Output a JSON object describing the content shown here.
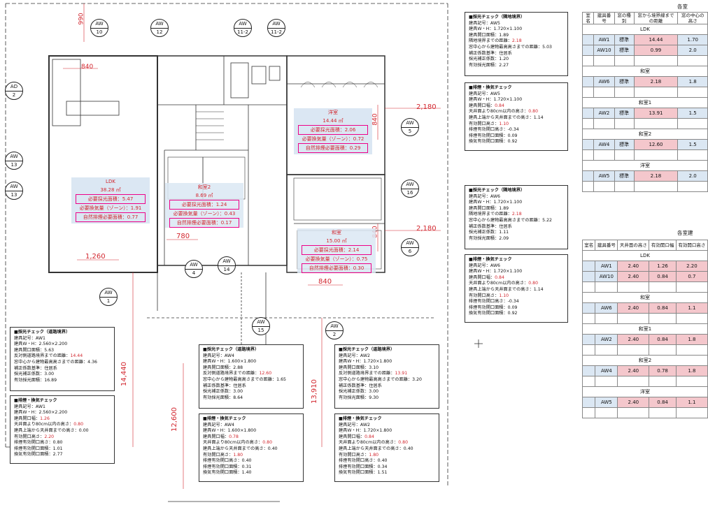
{
  "markers": [
    {
      "id": "m-aw10",
      "label": "AW",
      "num": "10"
    },
    {
      "id": "m-aw12",
      "label": "AW",
      "num": "12"
    },
    {
      "id": "m-aw11a",
      "label": "AW",
      "num": "11-2"
    },
    {
      "id": "m-aw11b",
      "label": "AW",
      "num": "11-2"
    },
    {
      "id": "m-ad2",
      "label": "AD",
      "num": "2"
    },
    {
      "id": "m-aw13a",
      "label": "AW",
      "num": "13"
    },
    {
      "id": "m-aw13b",
      "label": "AW",
      "num": "13"
    },
    {
      "id": "m-aw5",
      "label": "AW",
      "num": "5"
    },
    {
      "id": "m-aw16",
      "label": "AW",
      "num": "16"
    },
    {
      "id": "m-aw6",
      "label": "AW",
      "num": "6"
    },
    {
      "id": "m-aw4",
      "label": "AW",
      "num": "4"
    },
    {
      "id": "m-aw14",
      "label": "AW",
      "num": "14"
    },
    {
      "id": "m-aw1",
      "label": "AW",
      "num": "1"
    },
    {
      "id": "m-aw15",
      "label": "AW",
      "num": "15"
    },
    {
      "id": "m-aw2",
      "label": "AW",
      "num": "2"
    }
  ],
  "dimensions": {
    "d990": "990",
    "d840a": "840",
    "d2180a": "2,180",
    "d840b": "840",
    "d2180b": "2,180",
    "d840c": "840",
    "d1260": "1,260",
    "d780": "780",
    "d840d": "840",
    "d14440": "14,440",
    "d12600": "12,600",
    "d13910": "13,910"
  },
  "rooms": {
    "ldk": {
      "name": "LDK",
      "area": "38.28 ㎡",
      "l1": "必要採光面積：5.47",
      "l2": "必要換気量（ゾーン）：1.91",
      "l3": "自然排煙必要面積：0.77"
    },
    "yoshitsu": {
      "name": "洋室",
      "area": "14.44 ㎡",
      "l1": "必要採光面積：2.06",
      "l2": "必要換気量（ゾーン）：0.72",
      "l3": "自然排煙必要面積：0.29"
    },
    "washitsu2": {
      "name": "和室2",
      "area": "8.69 ㎡",
      "l1": "必要採光面積：1.24",
      "l2": "必要換気量（ゾーン）：0.43",
      "l3": "自然排煙必要面積：0.17"
    },
    "washitsu": {
      "name": "和室",
      "area": "15.00 ㎡",
      "l1": "必要採光面積：2.14",
      "l2": "必要換気量（ゾーン）：0.75",
      "l3": "自然排煙必要面積：0.30"
    }
  },
  "checks": [
    {
      "id": "c1",
      "lines": [
        {
          "t": "■採光チェック（隣地境界）",
          "h": true
        },
        {
          "t": "建具記号：AW5"
        },
        {
          "t": "建具W・H：1.720×1.100"
        },
        {
          "t": "建具開口面積：1.89"
        },
        {
          "t": "隣地境界までの距離：",
          "v": "2.18"
        },
        {
          "t": "窓中心から建物最高高さまでの距離：5.03"
        },
        {
          "t": "補正係数基準：住居系"
        },
        {
          "t": "採光補正係数：1.20"
        },
        {
          "t": "有効採光面積：2.27"
        }
      ]
    },
    {
      "id": "c2",
      "lines": [
        {
          "t": "■排煙・換気チェック",
          "h": true
        },
        {
          "t": "建具記号：AW5"
        },
        {
          "t": "建具W・H：1.720×1.100"
        },
        {
          "t": "建具開口幅：",
          "v": "0.84"
        },
        {
          "t": "天井面より80cm以内の高さ：",
          "v": "0.80"
        },
        {
          "t": "建具上端から天井面までの高さ：1.14"
        },
        {
          "t": "有効開口高さ：",
          "v": "1.10"
        },
        {
          "t": "排煙有効開口高さ：-0.34"
        },
        {
          "t": "排煙有効開口面積：0.09"
        },
        {
          "t": "換気有効開口面積：0.92"
        }
      ]
    },
    {
      "id": "c3",
      "lines": [
        {
          "t": "■採光チェック（隣地境界）",
          "h": true
        },
        {
          "t": "建具記号：AW6"
        },
        {
          "t": "建具W・H：1.720×1.100"
        },
        {
          "t": "建具開口面積：1.89"
        },
        {
          "t": "隣地境界までの距離：",
          "v": "2.18"
        },
        {
          "t": "窓中心から建物最高高さまでの距離：5.22"
        },
        {
          "t": "補正係数基準：住居系"
        },
        {
          "t": "採光補正係数：1.11"
        },
        {
          "t": "有効採光面積：2.09"
        }
      ]
    },
    {
      "id": "c4",
      "lines": [
        {
          "t": "■排煙・換気チェック",
          "h": true
        },
        {
          "t": "建具記号：AW6"
        },
        {
          "t": "建具W・H：1.720×1.100"
        },
        {
          "t": "建具開口幅：",
          "v": "0.84"
        },
        {
          "t": "天井面より80cm以内の高さ：",
          "v": "0.80"
        },
        {
          "t": "建具上端から天井面までの高さ：1.14"
        },
        {
          "t": "有効開口高さ：",
          "v": "1.10"
        },
        {
          "t": "排煙有効開口高さ：-0.34"
        },
        {
          "t": "排煙有効開口面積：0.09"
        },
        {
          "t": "換気有効開口面積：0.92"
        }
      ]
    },
    {
      "id": "c5",
      "lines": [
        {
          "t": "■採光チェック（道路境界）",
          "h": true
        },
        {
          "t": "建具記号：AW1"
        },
        {
          "t": "建具W・H：2.560×2.200"
        },
        {
          "t": "建具開口面積：5.63"
        },
        {
          "t": "反対側道路境界までの距離：",
          "v": "14.44"
        },
        {
          "t": "窓中心から建物最高高さまでの距離：4.36"
        },
        {
          "t": "補正係数基準：住居系"
        },
        {
          "t": "採光補正係数：3.00"
        },
        {
          "t": "有効採光面積：16.89"
        }
      ]
    },
    {
      "id": "c6",
      "lines": [
        {
          "t": "■排煙・換気チェック",
          "h": true
        },
        {
          "t": "建具記号：AW1"
        },
        {
          "t": "建具W・H：2.560×2.200"
        },
        {
          "t": "建具開口幅：",
          "v": "1.26"
        },
        {
          "t": "天井面より80cm以内の高さ：",
          "v": "0.80"
        },
        {
          "t": "建具上端から天井面までの高さ：0.00"
        },
        {
          "t": "有効開口高さ：",
          "v": "2.20"
        },
        {
          "t": "排煙有効開口高さ：0.80"
        },
        {
          "t": "排煙有効開口面積：1.01"
        },
        {
          "t": "換気有効開口面積：2.77"
        }
      ]
    },
    {
      "id": "c7",
      "lines": [
        {
          "t": "■採光チェック（道路境界）",
          "h": true
        },
        {
          "t": "建具記号：AW4"
        },
        {
          "t": "建具W・H：1.600×1.800"
        },
        {
          "t": "建具開口面積：2.88"
        },
        {
          "t": "反対側道路境界までの距離：",
          "v": "12.60"
        },
        {
          "t": "窓中心から建物最高高さまでの距離：1.65"
        },
        {
          "t": "補正係数基準：住居系"
        },
        {
          "t": "採光補正係数：3.00"
        },
        {
          "t": "有効採光面積：8.64"
        }
      ]
    },
    {
      "id": "c8",
      "lines": [
        {
          "t": "■排煙・換気チェック",
          "h": true
        },
        {
          "t": "建具記号：AW4"
        },
        {
          "t": "建具W・H：1.600×1.800"
        },
        {
          "t": "建具開口幅：",
          "v": "0.78"
        },
        {
          "t": "天井面より80cm以内の高さ：",
          "v": "0.80"
        },
        {
          "t": "建具上端から天井面までの高さ：0.40"
        },
        {
          "t": "有効開口高さ：",
          "v": "1.80"
        },
        {
          "t": "排煙有効開口高さ：0.40"
        },
        {
          "t": "排煙有効開口面積：0.31"
        },
        {
          "t": "換気有効開口面積：1.40"
        }
      ]
    },
    {
      "id": "c9",
      "lines": [
        {
          "t": "■採光チェック（道路境界）",
          "h": true
        },
        {
          "t": "建具記号：AW2"
        },
        {
          "t": "建具W・H：1.720×1.800"
        },
        {
          "t": "建具開口面積：3.10"
        },
        {
          "t": "反対側道路境界までの距離：",
          "v": "13.91"
        },
        {
          "t": "窓中心から建物最高高さまでの距離：3.20"
        },
        {
          "t": "補正係数基準：住居系"
        },
        {
          "t": "採光補正係数：3.00"
        },
        {
          "t": "有効採光面積：9.30"
        }
      ]
    },
    {
      "id": "c10",
      "lines": [
        {
          "t": "■排煙・換気チェック",
          "h": true
        },
        {
          "t": "建具記号：AW2"
        },
        {
          "t": "建具W・H：1.720×1.800"
        },
        {
          "t": "建具開口幅：",
          "v": "0.84"
        },
        {
          "t": "天井面より80cm以内の高さ：",
          "v": "0.80"
        },
        {
          "t": "建具上端から天井面までの高さ：0.40"
        },
        {
          "t": "有効開口高さ：",
          "v": "1.80"
        },
        {
          "t": "排煙有効開口高さ：0.40"
        },
        {
          "t": "排煙有効開口面積：0.34"
        },
        {
          "t": "換気有効開口面積：1.51"
        }
      ]
    }
  ],
  "table1": {
    "title": "各室",
    "headers": [
      "室名",
      "建具番号",
      "窓の種別",
      "窓から境界線までの距離",
      "窓の中心の高さ"
    ],
    "sections": [
      {
        "room": "LDK",
        "rows": [
          [
            "AW1",
            "標準",
            "14.44",
            "1.70"
          ],
          [
            "AW10",
            "標準",
            "0.99",
            "2.0"
          ]
        ]
      },
      {
        "room": "和室",
        "rows": [
          [
            "AW6",
            "標準",
            "2.18",
            "1.8"
          ]
        ]
      },
      {
        "room": "和室1",
        "rows": [
          [
            "AW2",
            "標準",
            "13.91",
            "1.5"
          ]
        ]
      },
      {
        "room": "和室2",
        "rows": [
          [
            "AW4",
            "標準",
            "12.60",
            "1.5"
          ]
        ]
      },
      {
        "room": "洋室",
        "rows": [
          [
            "AW5",
            "標準",
            "2.18",
            "2.0"
          ]
        ]
      }
    ]
  },
  "table2": {
    "title": "各室建",
    "headers": [
      "室名",
      "建具番号",
      "天井面の高さ",
      "有効開口幅",
      "有効開口高さ"
    ],
    "sections": [
      {
        "room": "LDK",
        "rows": [
          [
            "AW1",
            "2.40",
            "1.26",
            "2.20"
          ],
          [
            "AW10",
            "2.40",
            "0.84",
            "0.7"
          ]
        ]
      },
      {
        "room": "和室",
        "rows": [
          [
            "AW6",
            "2.40",
            "0.84",
            "1.1"
          ]
        ]
      },
      {
        "room": "和室1",
        "rows": [
          [
            "AW2",
            "2.40",
            "0.84",
            "1.8"
          ]
        ]
      },
      {
        "room": "和室2",
        "rows": [
          [
            "AW4",
            "2.40",
            "0.78",
            "1.8"
          ]
        ]
      },
      {
        "room": "洋室",
        "rows": [
          [
            "AW5",
            "2.40",
            "0.84",
            "1.1"
          ]
        ]
      }
    ]
  }
}
